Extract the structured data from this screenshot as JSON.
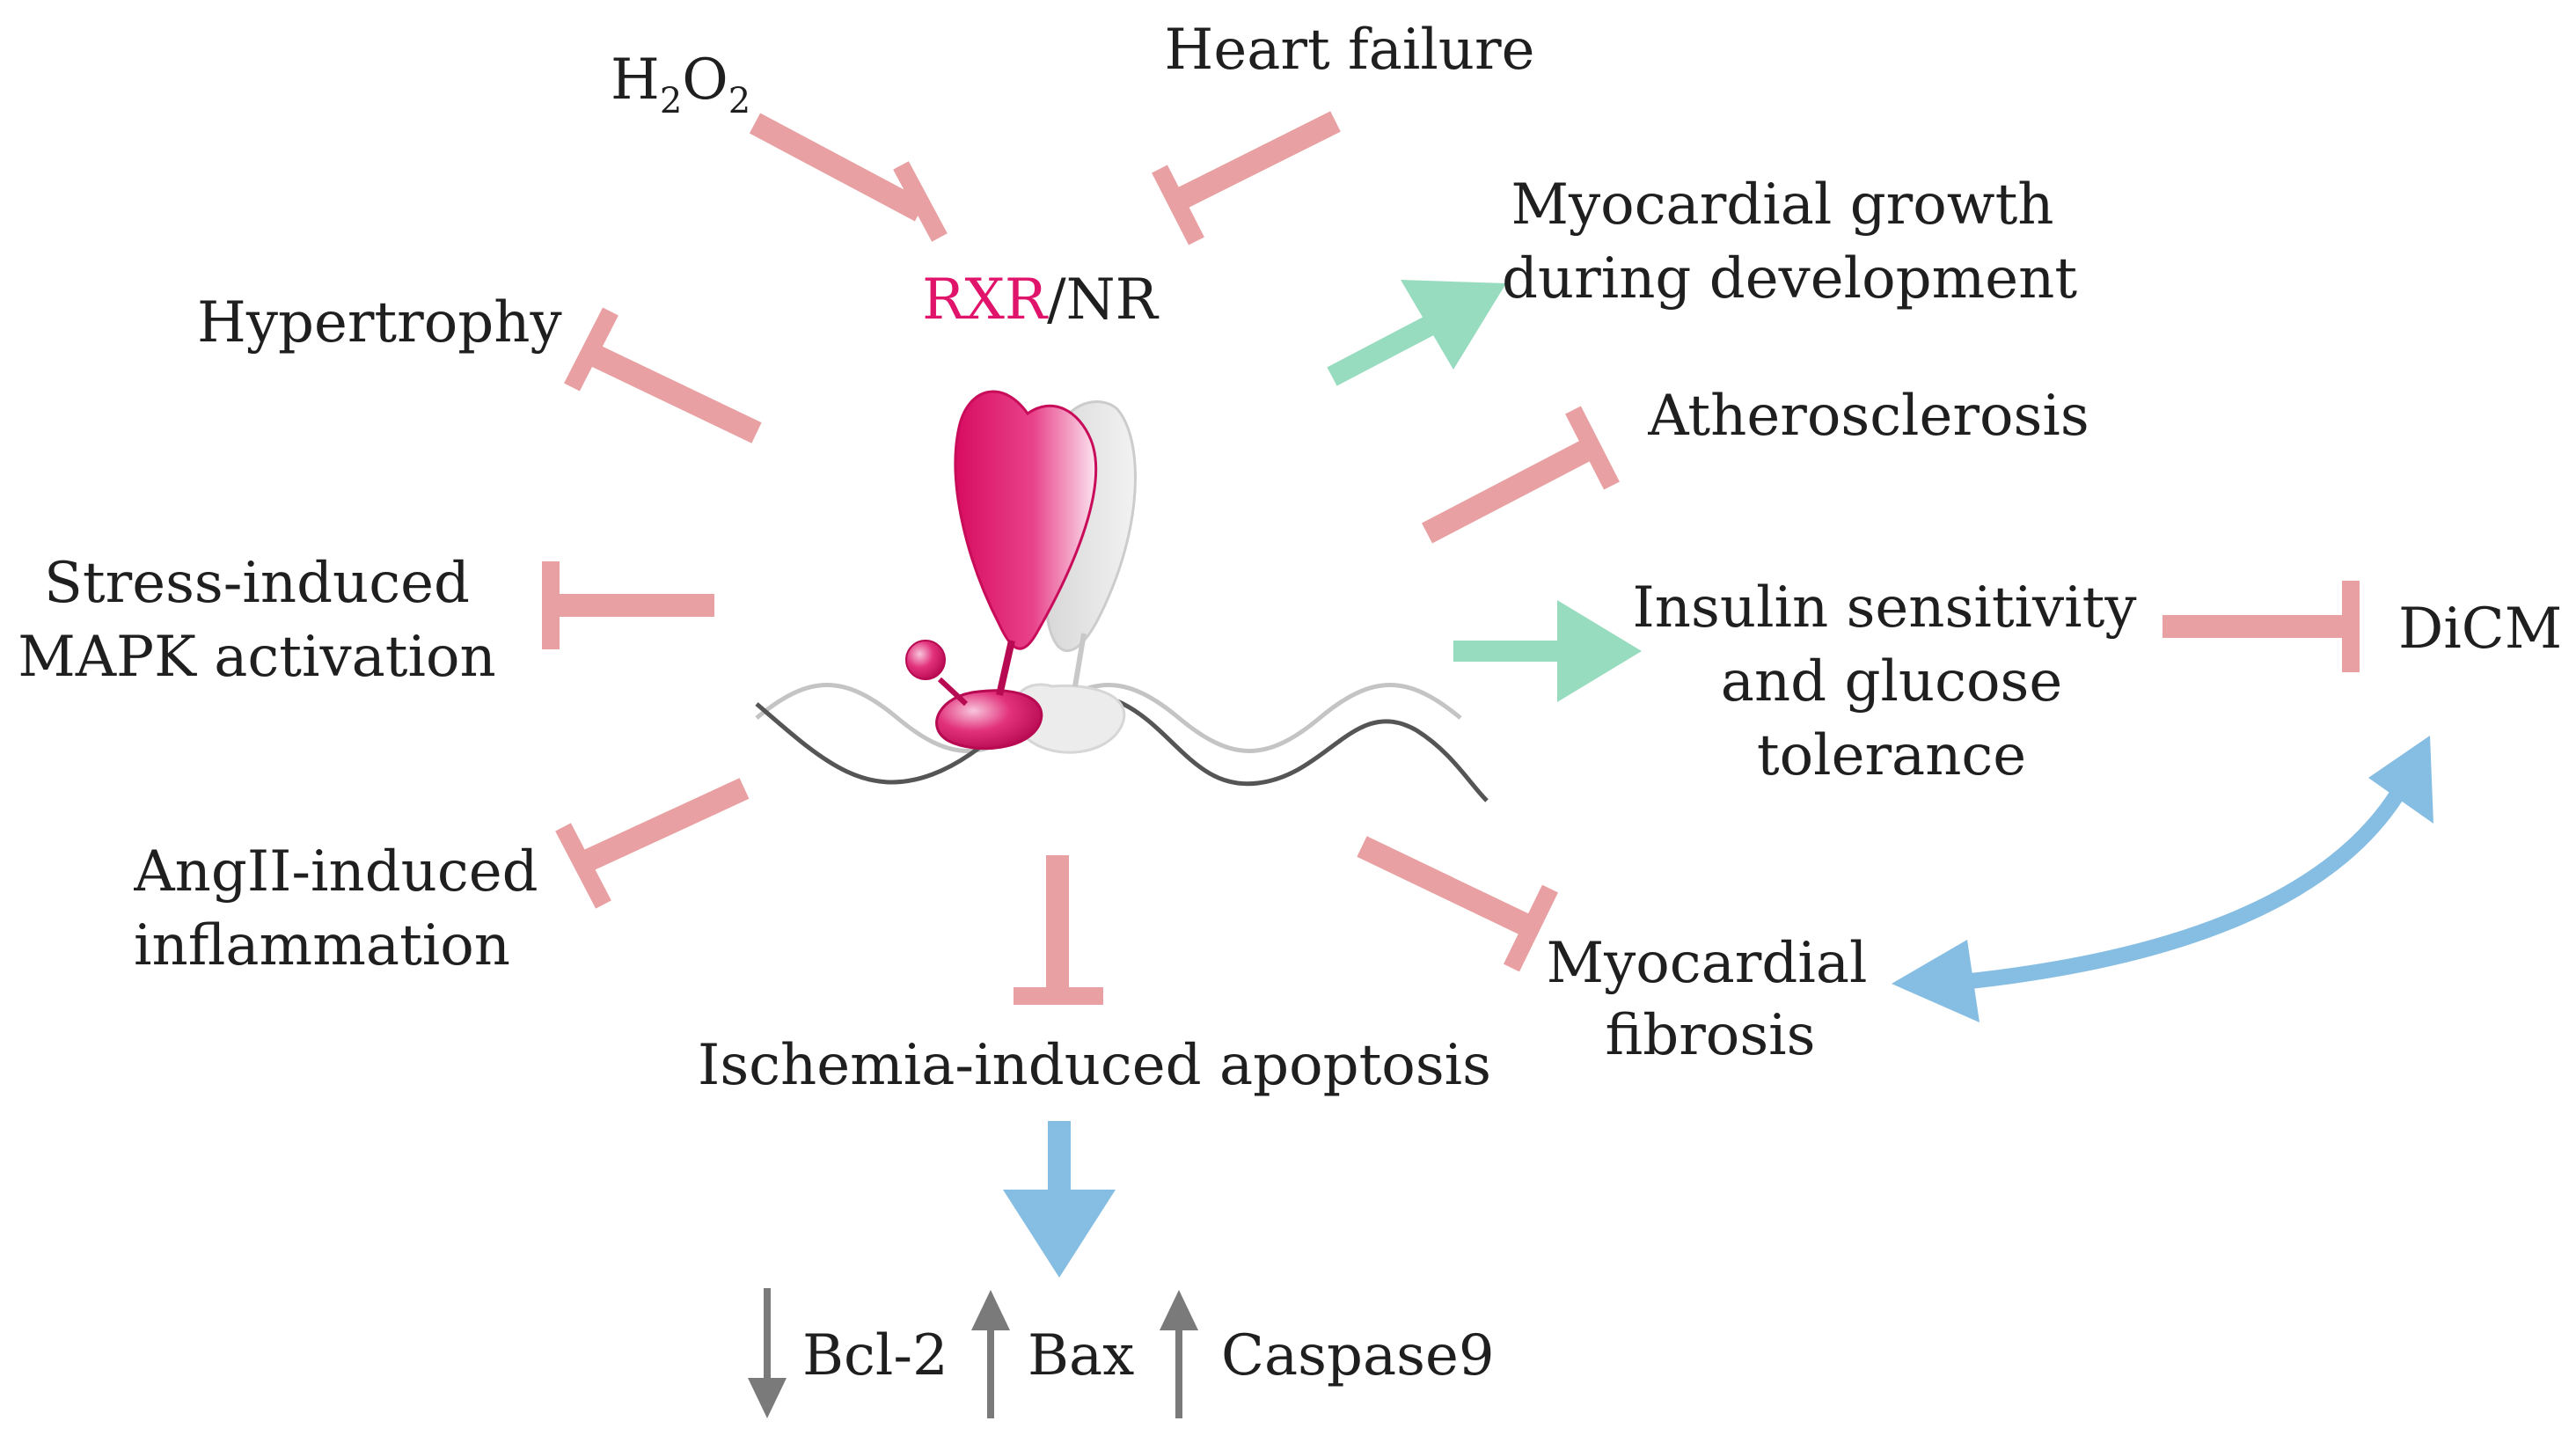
{
  "receptor": {
    "rxr": "RXR",
    "slash_nr": "/NR"
  },
  "labels": {
    "h2o2_h": "H",
    "h2o2_sub1": "2",
    "h2o2_o": "O",
    "h2o2_sub2": "2",
    "heart_failure": "Heart failure",
    "hypertrophy": "Hypertrophy",
    "stress_line1": "Stress-induced",
    "stress_line2": "MAPK activation",
    "angii_line1": "AngII-induced",
    "angii_line2": "inflammation",
    "ischemia": "Ischemia-induced apoptosis",
    "myo_growth_line1": "Myocardial growth",
    "myo_growth_line2": "during development",
    "atherosclerosis": "Atherosclerosis",
    "insulin_line1": "Insulin sensitivity",
    "insulin_line2": "and glucose",
    "insulin_line3": "tolerance",
    "dicm": "DiCM",
    "fibrosis_line1": "Myocardial",
    "fibrosis_line2": "fibrosis",
    "bcl2": "Bcl-2",
    "bax": "Bax",
    "caspase9": "Caspase9"
  },
  "colors": {
    "inhibit": "#e8a0a2",
    "activate": "#98dcc0",
    "relation": "#86bde2",
    "rxr_magenta": "#e0146a",
    "text": "#1f1f1f",
    "gray_arrow": "#7a7a7a"
  }
}
